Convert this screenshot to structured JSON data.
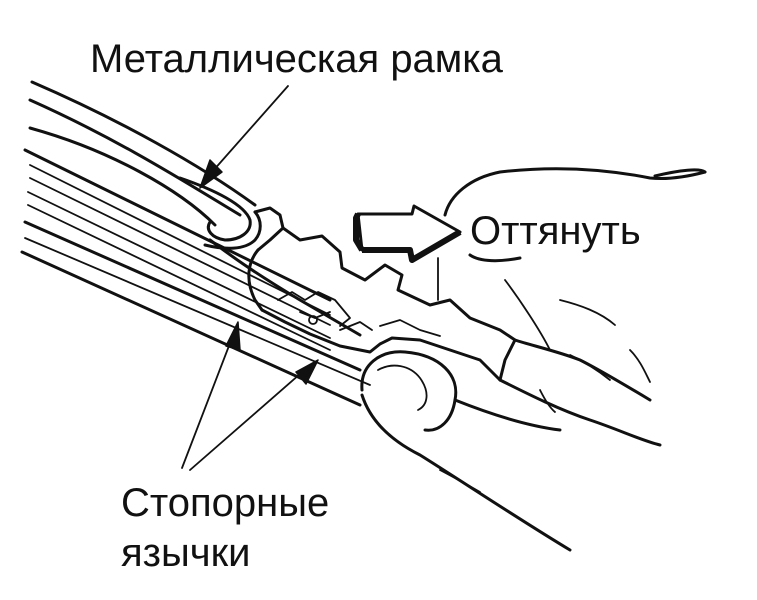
{
  "labels": {
    "frame": "Металлическая рамка",
    "pull": "Оттянуть",
    "tabs_line1": "Стопорные",
    "tabs_line2": "язычки"
  },
  "colors": {
    "ink": "#111111",
    "paper": "#ffffff"
  }
}
